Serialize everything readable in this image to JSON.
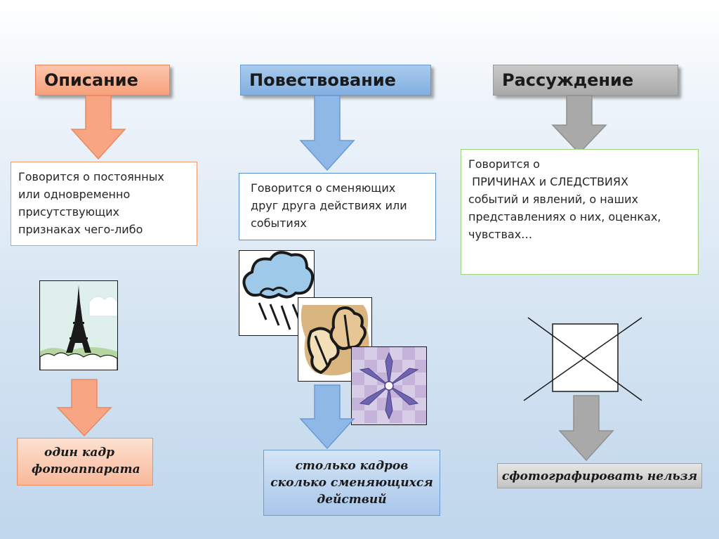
{
  "columns": [
    {
      "header": "Описание",
      "text_lines": [
        "Говорится о постоянных",
        "или одновременно",
        "присутствующих",
        "признаках чего-либо"
      ],
      "footer_lines": [
        "один кадр",
        "фотоаппарата"
      ],
      "icon": "eiffel-tower-icon",
      "color": "#f7a07a"
    },
    {
      "header": "Повествование",
      "text_lines": [
        "Говорится о сменяющих",
        "друг друга  действиях или",
        "событиях"
      ],
      "footer_lines": [
        "столько кадров",
        "сколько сменяющихся",
        "действий"
      ],
      "icons": [
        "rain-cloud-icon",
        "autumn-leaves-icon",
        "snowflake-icon"
      ],
      "color": "#82afe0"
    },
    {
      "header": "Рассуждение",
      "text_lines": [
        "Говорится о",
        " ПРИЧИНАХ и СЛЕДСТВИЯХ",
        "событий и явлений, о наших",
        "представлениях о них, оценках,",
        "чувствах…"
      ],
      "footer_lines": [
        "сфотографировать нельзя"
      ],
      "icon": "crossed-frame-icon",
      "color": "#aaaaaa"
    }
  ]
}
